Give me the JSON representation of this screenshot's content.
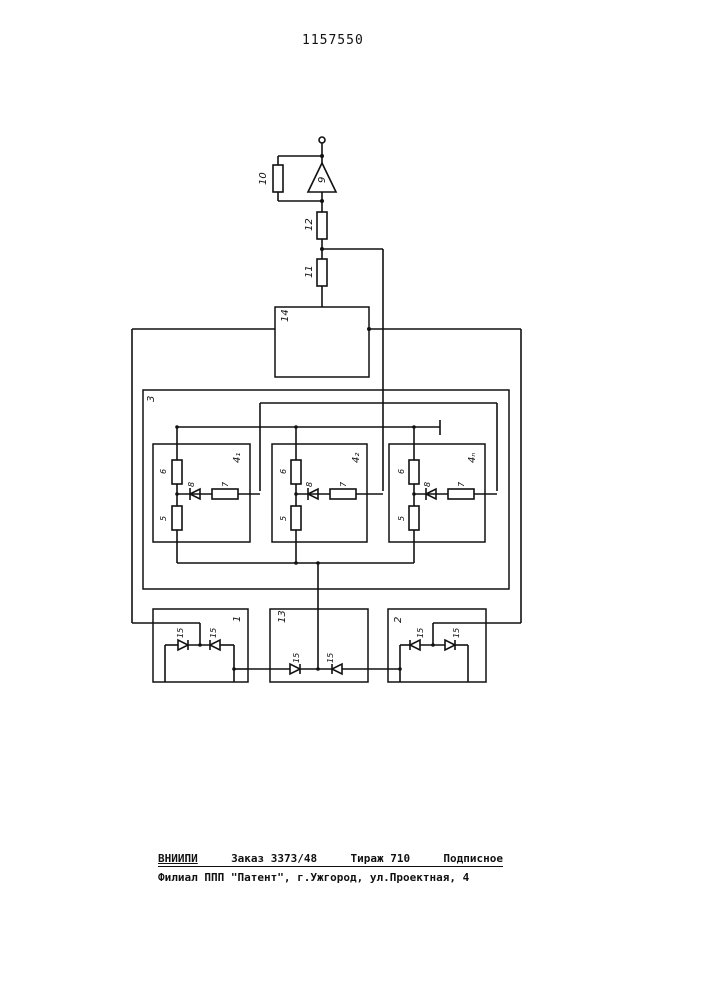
{
  "header": {
    "patent_number": "1157550"
  },
  "labels": {
    "l1": "1",
    "l2": "2",
    "l3": "3",
    "l4_1": "4₁",
    "l4_2": "4₂",
    "l4_n": "4ₙ",
    "l5": "5",
    "l6": "6",
    "l7": "7",
    "l8": "8",
    "l9": "9",
    "l10": "10",
    "l11": "11",
    "l12": "12",
    "l13": "13",
    "l14": "14",
    "l15": "15"
  },
  "footer": {
    "org": "ВНИИПИ",
    "order": "Заказ 3373/48",
    "circulation": "Тираж 710",
    "subscription": "Подписное",
    "branch": "Филиал ППП \"Патент\", г.Ужгород, ул.Проектная, 4"
  }
}
